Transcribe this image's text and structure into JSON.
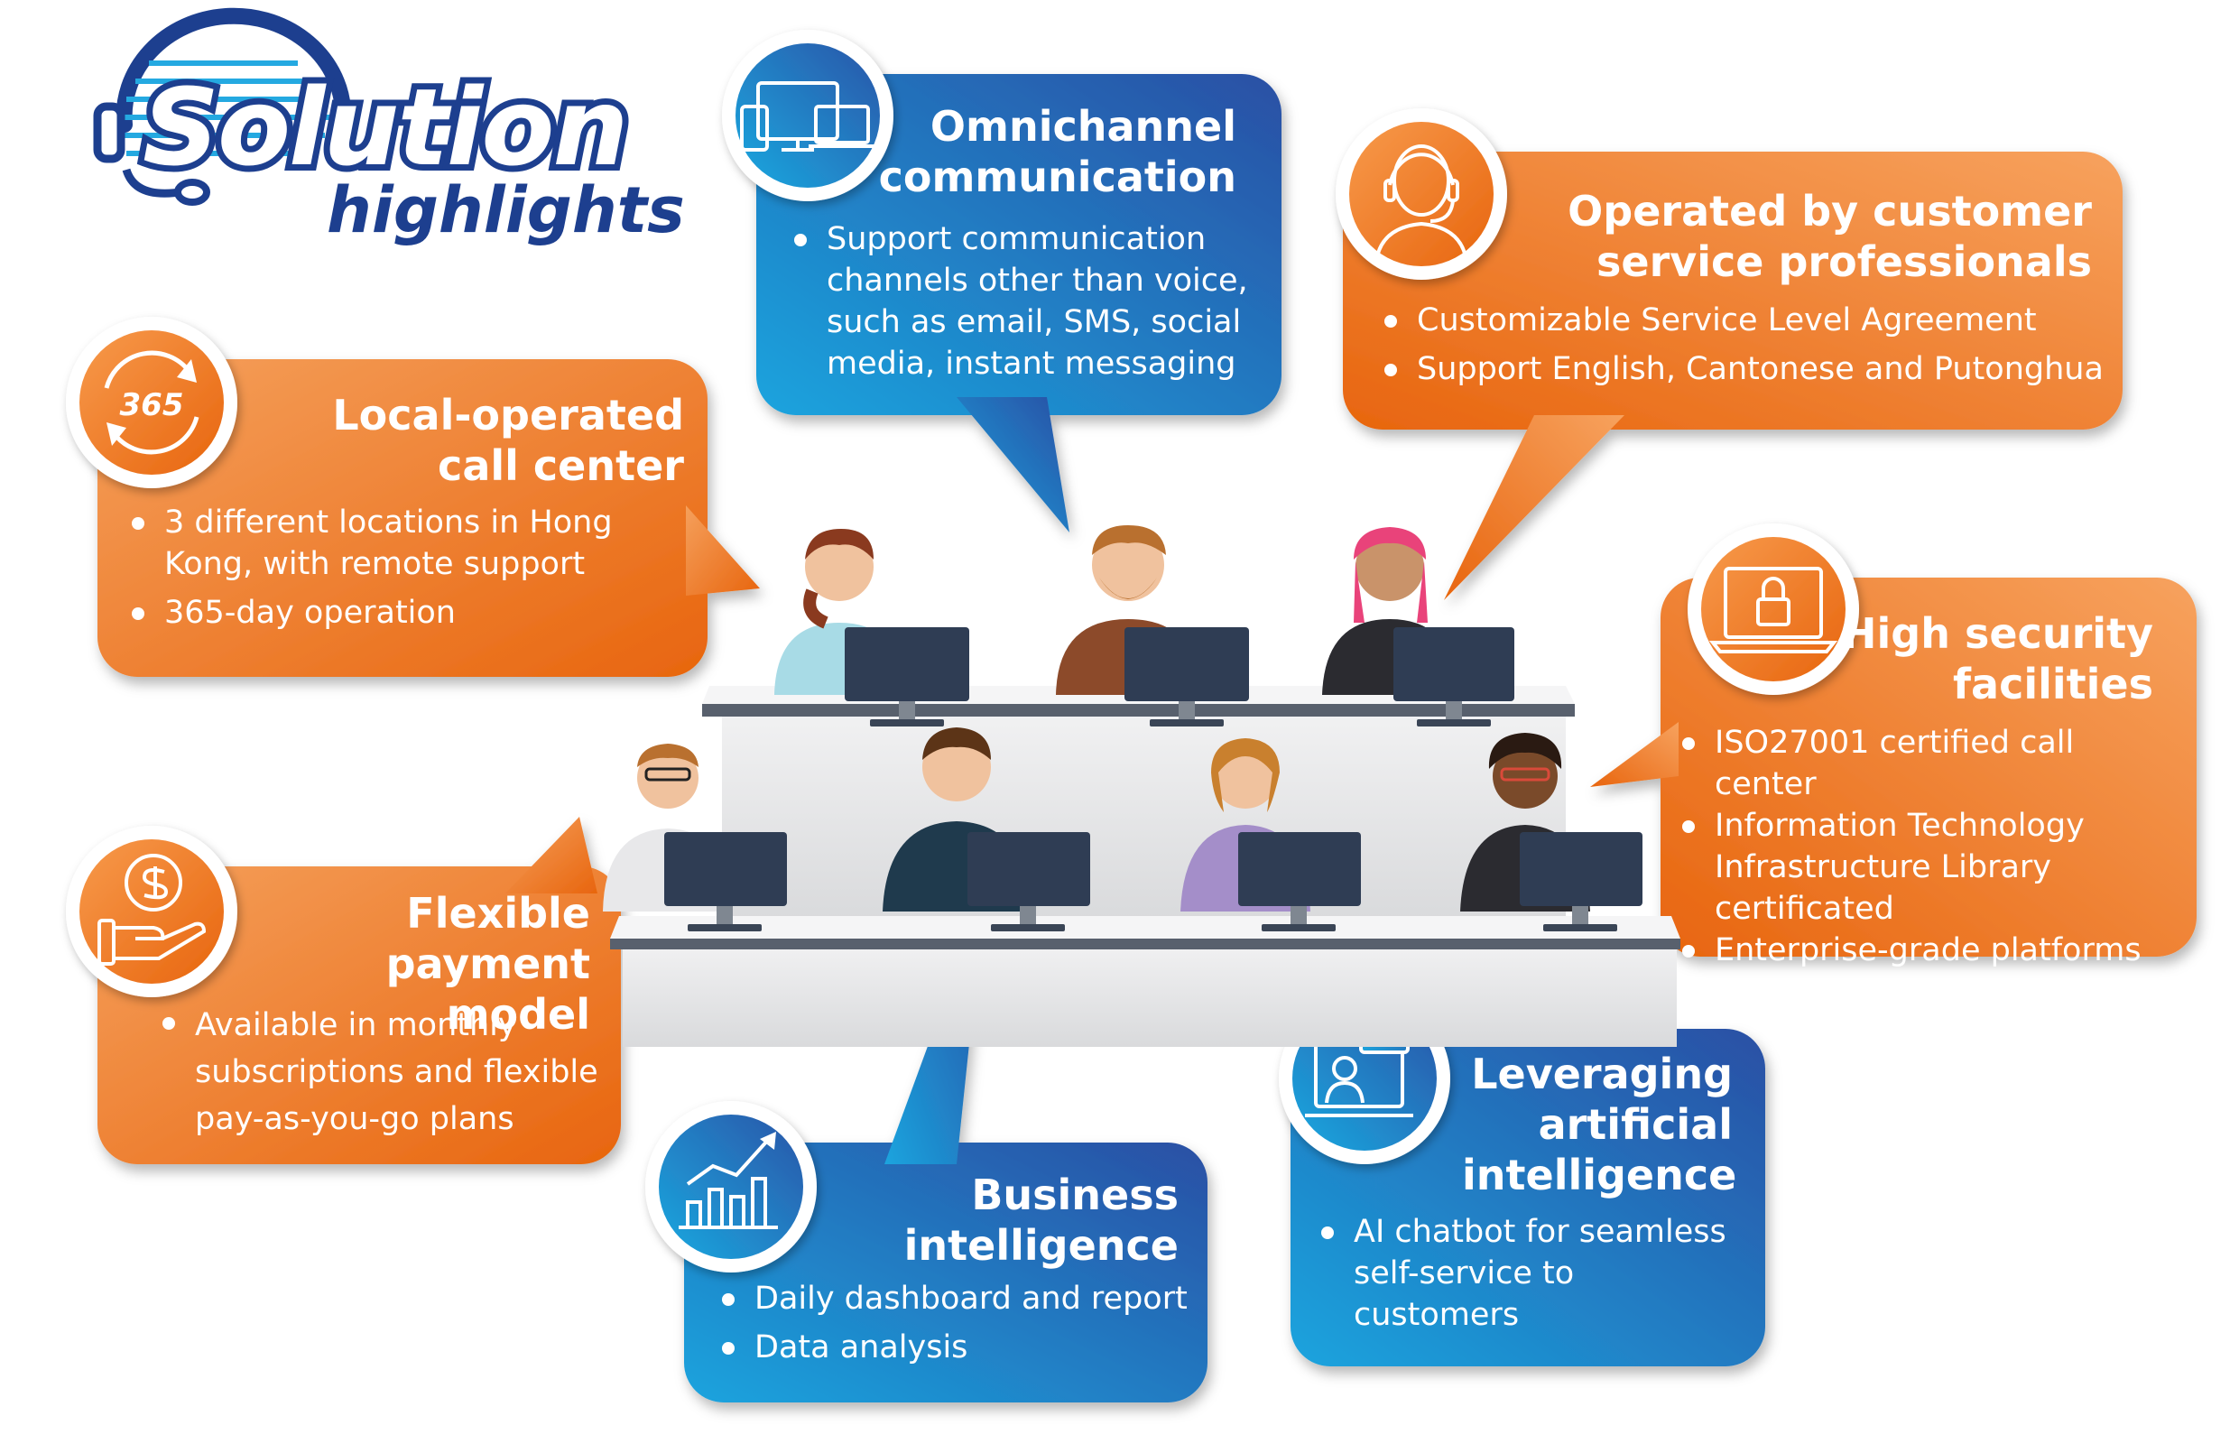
{
  "colors": {
    "orange_dark": "#e8650e",
    "orange_light": "#f7a05c",
    "blue_dark": "#2a51a6",
    "blue_light": "#1aa2dd",
    "navy_title": "#1d3f8f"
  },
  "title": {
    "line1": "Solution",
    "line2": "highlights",
    "icon": "headset-icon"
  },
  "callouts": {
    "omni": {
      "icon": "devices-icon",
      "title_lines": [
        "Omnichannel",
        "communication"
      ],
      "bullets": [
        "Support communication channels other than voice, such as email, SMS, social media, instant messaging"
      ]
    },
    "operated": {
      "icon": "agent-headset-icon",
      "title_lines": [
        "Operated by customer",
        "service professionals"
      ],
      "bullets": [
        "Customizable Service Level Agreement",
        "Support English, Cantonese and Putonghua"
      ]
    },
    "local": {
      "icon": "365-cycle-icon",
      "icon_text": "365",
      "title_lines": [
        "Local-operated",
        "call center"
      ],
      "bullets": [
        "3 different locations in Hong Kong, with remote support",
        "365-day operation"
      ]
    },
    "security": {
      "icon": "laptop-lock-icon",
      "title_lines": [
        "High security",
        "facilities"
      ],
      "bullets": [
        "ISO27001 certified call center",
        "Information Technology Infrastructure Library certificated",
        "Enterprise-grade platforms"
      ]
    },
    "payment": {
      "icon": "hand-coin-icon",
      "title_lines": [
        "Flexible",
        "payment model"
      ],
      "bullets": [
        "Available in monthly subscriptions and flexible pay-as-you-go plans"
      ]
    },
    "bi": {
      "icon": "growth-chart-icon",
      "title_lines": [
        "Business",
        "intelligence"
      ],
      "bullets": [
        "Daily dashboard and report",
        "Data analysis"
      ]
    },
    "ai": {
      "icon": "video-chat-icon",
      "title_lines": [
        "Leveraging",
        "artificial",
        "intelligence"
      ],
      "bullets": [
        "AI chatbot for seamless self-service to customers"
      ]
    }
  },
  "scene": {
    "illustration": "call-center-agents-illustration",
    "agents_back_row": 3,
    "agents_front_row": 4
  }
}
